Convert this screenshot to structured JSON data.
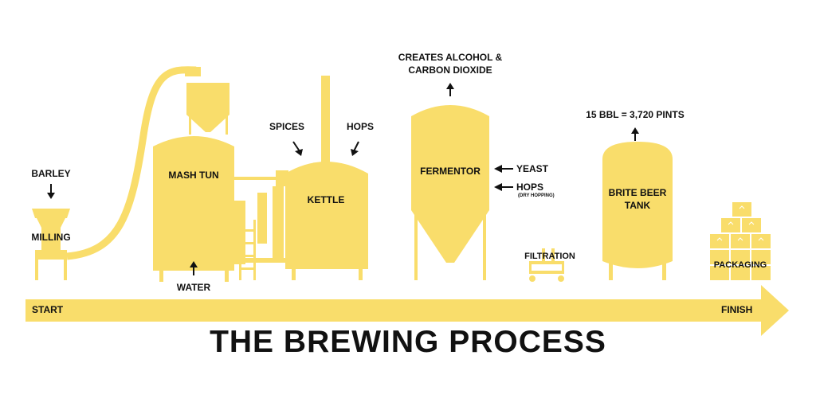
{
  "title": "THE BREWING PROCESS",
  "colors": {
    "equipment": "#F9DD6B",
    "label": "#111111",
    "arrow_text": "#ffffff"
  },
  "icons": [
    "down-arrow-icon",
    "up-arrow-icon",
    "left-arrow-icon"
  ],
  "timeline": {
    "start": "START",
    "finish": "FINISH"
  },
  "stages": {
    "milling": {
      "label": "MILLING",
      "input": "BARLEY"
    },
    "mash_tun": {
      "label": "MASH TUN",
      "input": "WATER"
    },
    "kettle": {
      "label": "KETTLE",
      "inputs": [
        "SPICES",
        "HOPS"
      ]
    },
    "fermentor": {
      "label": "FERMENTOR",
      "output_line1": "CREATES ALCOHOL &",
      "output_line2": "CARBON DIOXIDE",
      "input_yeast": "YEAST",
      "input_hops": "HOPS",
      "input_hops_note": "(DRY HOPPING)"
    },
    "filtration": {
      "label": "FILTRATION"
    },
    "brite_tank": {
      "label_line1": "BRITE BEER",
      "label_line2": "TANK",
      "capacity": "15 BBL = 3,720 PINTS"
    },
    "packaging": {
      "label": "PACKAGING"
    }
  }
}
